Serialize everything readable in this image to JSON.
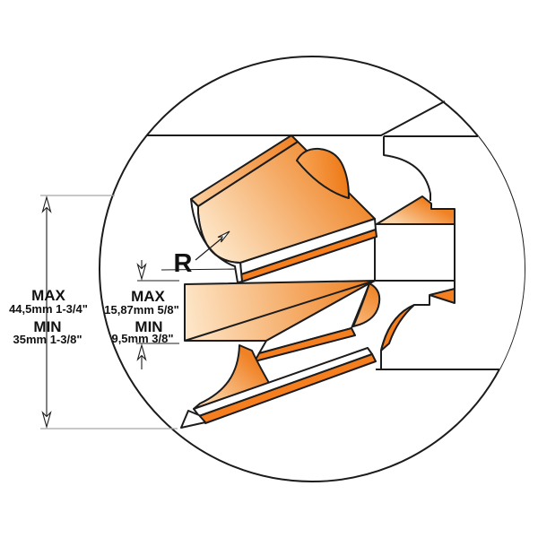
{
  "figure": {
    "title": "adjustable-molding-profile-diagram",
    "radius_label": "R",
    "left_dimension": {
      "max_label": "MAX",
      "max_value": "44,5mm 1-3/4\"",
      "min_label": "MIN",
      "min_value": "35mm 1-3/8\""
    },
    "middle_dimension": {
      "max_label": "MAX",
      "max_value": "15,87mm 5/8\"",
      "min_label": "MIN",
      "min_value": "9,5mm 3/8\""
    },
    "colors": {
      "profile_orange": "#EF7F1F",
      "profile_light": "#FDE3C2",
      "solid_orange": "#F57F1F",
      "outline": "#1c1c1c",
      "dimension_gray": "#A8A8A8",
      "background": "#FFFFFF"
    }
  }
}
